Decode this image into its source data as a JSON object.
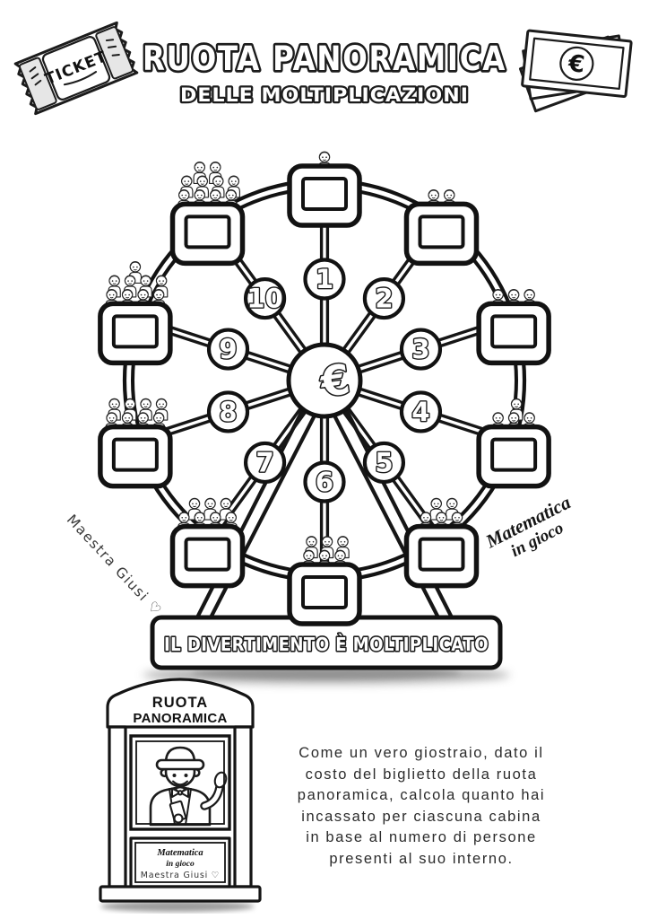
{
  "header": {
    "ticket_icon_label": "TICKET",
    "title_line1": "RUOTA PANORAMICA",
    "title_line2": "DELLE MOLTIPLICAZIONI",
    "money_symbol": "€"
  },
  "wheel": {
    "hub_symbol": "€",
    "base_banner": "IL DIVERTIMENTO È MOLTIPLICATO",
    "spokes": [
      {
        "number": "1",
        "people": 1
      },
      {
        "number": "2",
        "people": 2
      },
      {
        "number": "3",
        "people": 3
      },
      {
        "number": "4",
        "people": 4
      },
      {
        "number": "5",
        "people": 5
      },
      {
        "number": "6",
        "people": 6
      },
      {
        "number": "7",
        "people": 7
      },
      {
        "number": "8",
        "people": 8
      },
      {
        "number": "9",
        "people": 9
      },
      {
        "number": "10",
        "people": 10
      }
    ]
  },
  "signatures": {
    "left": "Maestra Giusi ♡",
    "right_line1": "Matematica",
    "right_line2": "in gioco"
  },
  "booth": {
    "sign_line1": "RUOTA",
    "sign_line2": "PANORAMICA",
    "panel_line1": "Matematica",
    "panel_line2": "in gioco",
    "panel_line3": "Maestra Giusi ♡"
  },
  "instructions": {
    "lines": [
      "Come un vero giostraio, dato il",
      "costo del biglietto della ruota",
      "panoramica, calcola quanto hai",
      "incassato per ciascuna cabina",
      "in base al numero di persone",
      "presenti al suo interno."
    ]
  },
  "colors": {
    "ink": "#1a1a1a",
    "shadow": "#8c8c8c"
  }
}
